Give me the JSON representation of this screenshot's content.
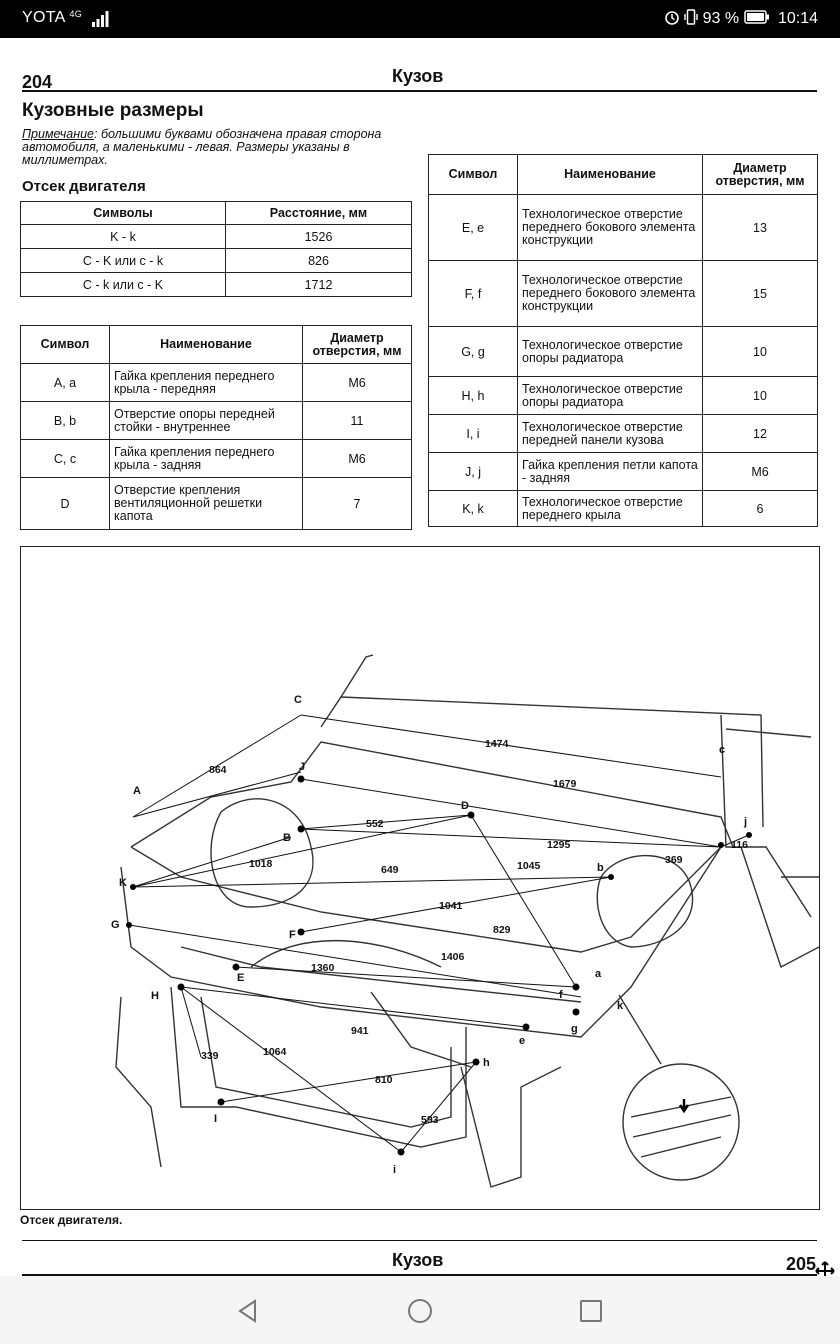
{
  "status_bar": {
    "carrier": "YOTA",
    "network": "4G",
    "battery": "93 %",
    "time": "10:14"
  },
  "header": {
    "page_number": "204",
    "section_title": "Кузов"
  },
  "title": "Кузовные размеры",
  "note": {
    "label": "Примечание",
    "text": ": большими буквами обозначена правая сторона автомобиля, а маленькими - левая. Размеры указаны в миллиметрах."
  },
  "subtitle": "Отсек двигателя",
  "distance_table": {
    "headers": [
      "Символы",
      "Расстояние, мм"
    ],
    "rows": [
      [
        "K - k",
        "1526"
      ],
      [
        "C - K или c - k",
        "826"
      ],
      [
        "C - k или c - K",
        "1712"
      ]
    ]
  },
  "holes_table_left": {
    "headers": [
      "Символ",
      "Наименование",
      "Диаметр отверстия, мм"
    ],
    "rows": [
      [
        "A, a",
        "Гайка крепления переднего крыла - передняя",
        "M6"
      ],
      [
        "B, b",
        "Отверстие опоры передней стойки - внутреннее",
        "11"
      ],
      [
        "C, c",
        "Гайка крепления переднего крыла - задняя",
        "M6"
      ],
      [
        "D",
        "Отверстие крепления вентиляционной решетки капота",
        "7"
      ]
    ]
  },
  "holes_table_right": {
    "headers": [
      "Символ",
      "Наименование",
      "Диаметр отверстия, мм"
    ],
    "rows": [
      [
        "E, e",
        "Технологическое отверстие переднего бокового элемента конструкции",
        "13"
      ],
      [
        "F, f",
        "Технологическое отверстие переднего бокового элемента конструкции",
        "15"
      ],
      [
        "G, g",
        "Технологическое отверстие опоры радиатора",
        "10"
      ],
      [
        "H, h",
        "Технологическое отверстие опоры радиатора",
        "10"
      ],
      [
        "I, i",
        "Технологическое отверстие передней панели кузова",
        "12"
      ],
      [
        "J, j",
        "Гайка крепления петли капота - задняя",
        "M6"
      ],
      [
        "K, k",
        "Технологическое отверстие переднего крыла",
        "6"
      ]
    ]
  },
  "diagram": {
    "points": [
      "A",
      "B",
      "C",
      "D",
      "E",
      "F",
      "G",
      "H",
      "I",
      "J",
      "K",
      "a",
      "b",
      "c",
      "e",
      "f",
      "g",
      "h",
      "i",
      "j",
      "k"
    ],
    "dimensions": [
      "864",
      "1474",
      "1679",
      "552",
      "1295",
      "116",
      "369",
      "1018",
      "649",
      "1045",
      "1041",
      "829",
      "1406",
      "1360",
      "941",
      "339",
      "1064",
      "810",
      "593"
    ]
  },
  "caption": "Отсек двигателя.",
  "footer": {
    "section_title": "Кузов",
    "page_number": "205"
  }
}
